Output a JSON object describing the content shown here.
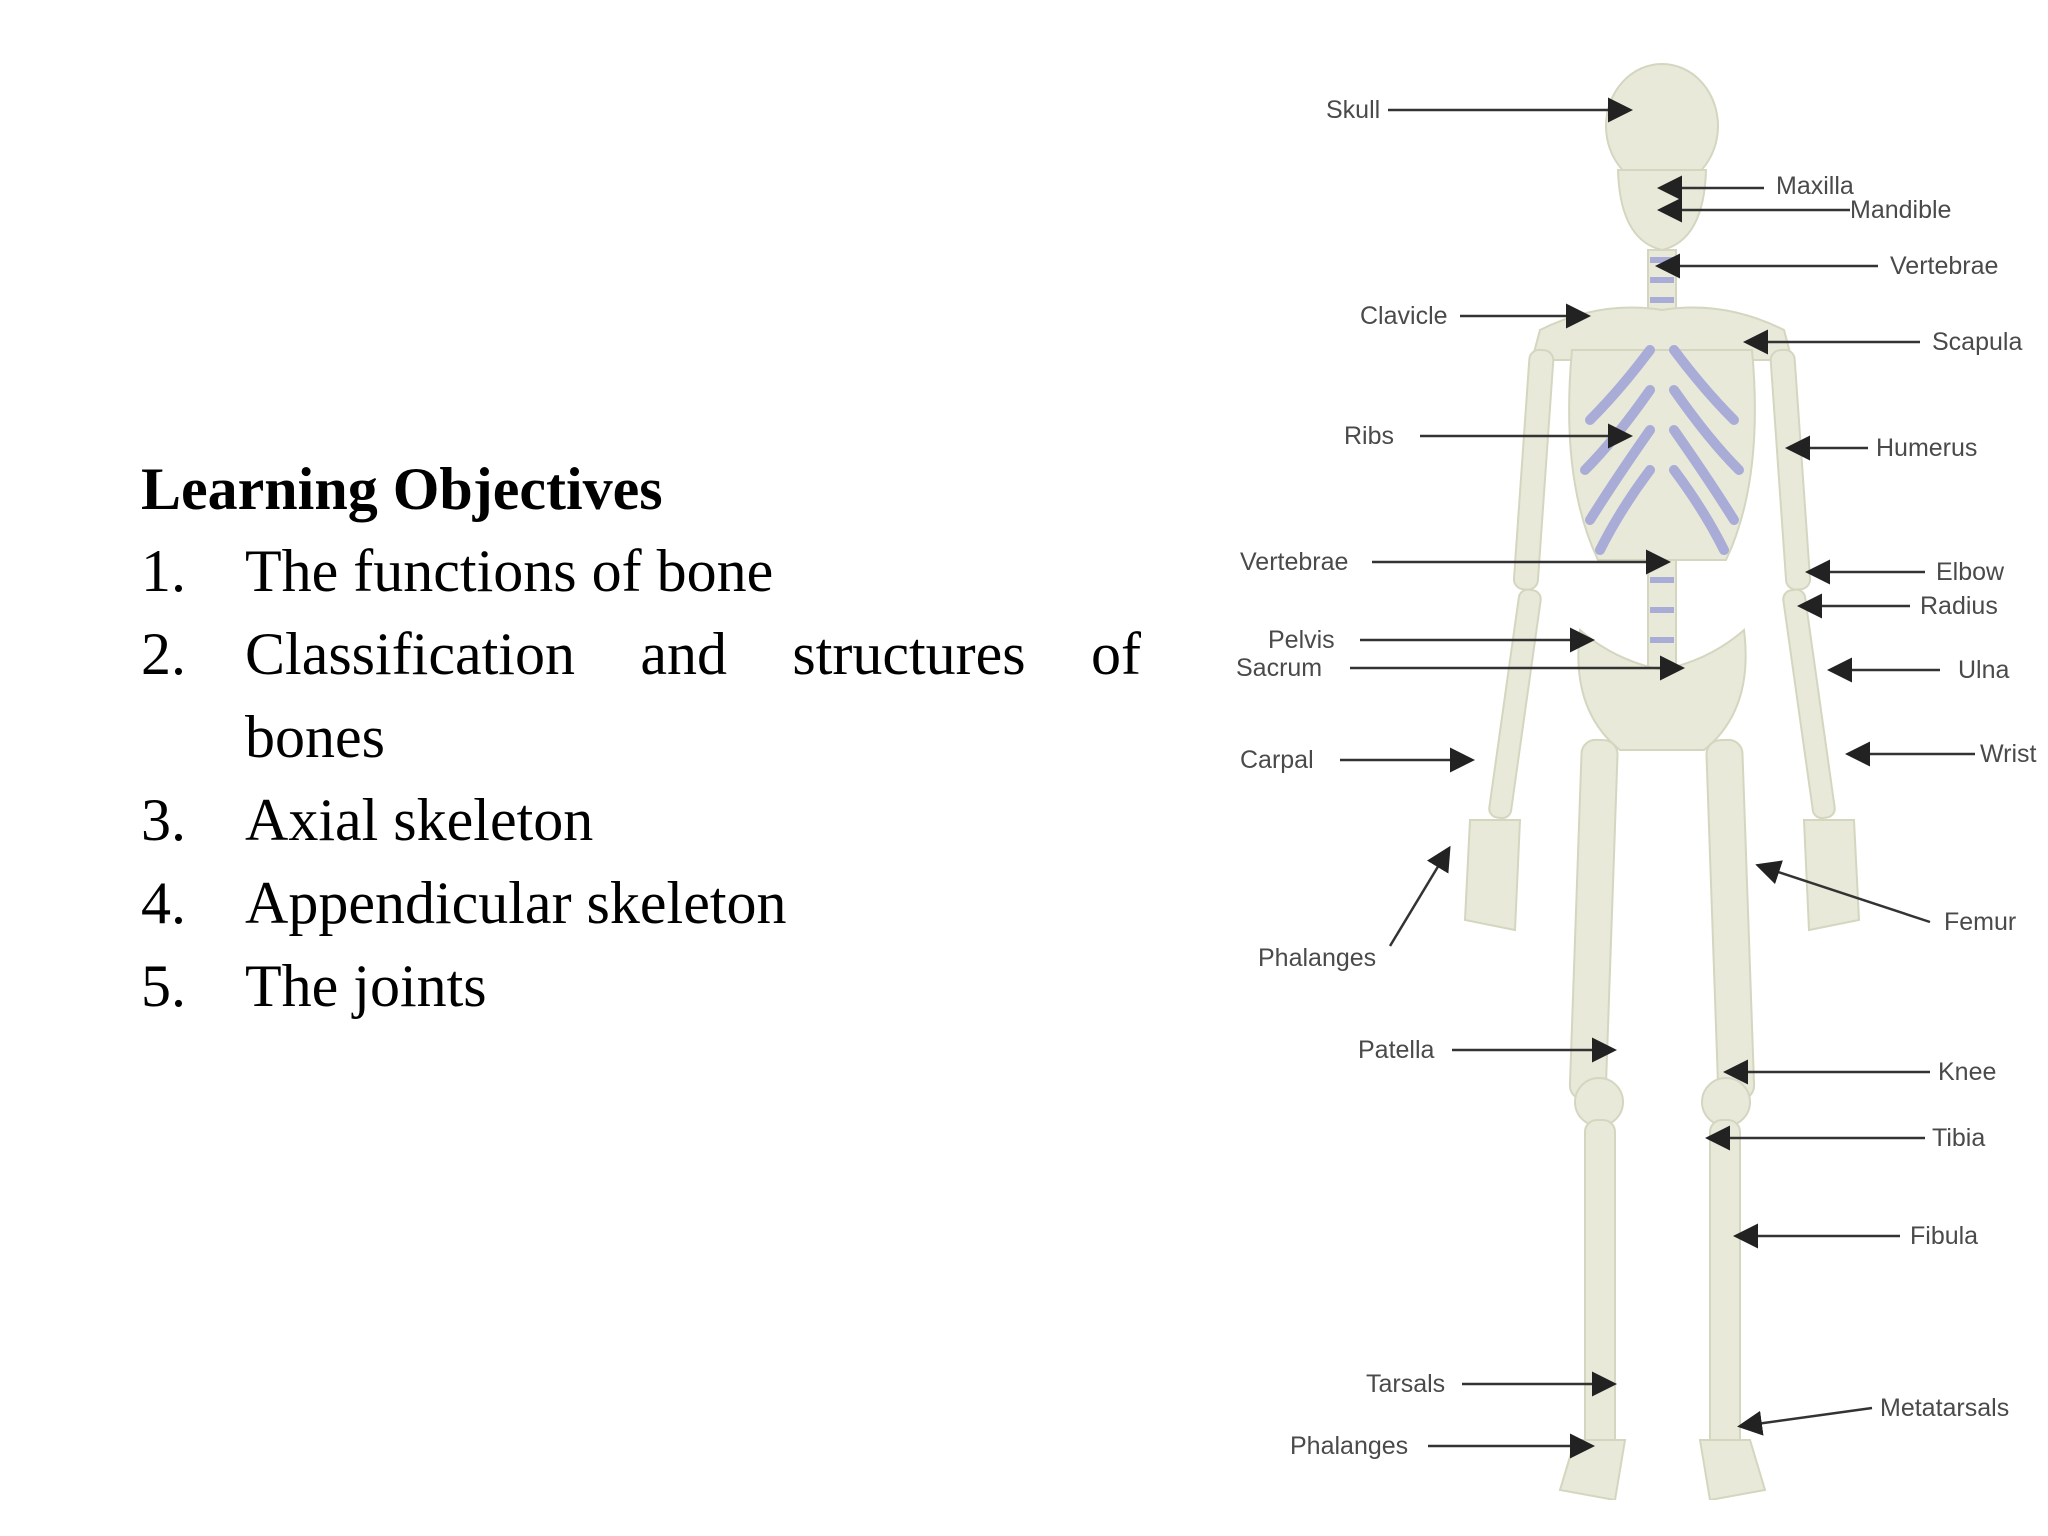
{
  "objectives": {
    "title": "Learning Objectives",
    "items": [
      {
        "num": "1.",
        "text": "The functions of bone"
      },
      {
        "num": "2.",
        "text": "Classification and structures of bones"
      },
      {
        "num": "3.",
        "text": "Axial skeleton"
      },
      {
        "num": "4.",
        "text": "Appendicular skeleton"
      },
      {
        "num": "5.",
        "text": "The joints"
      }
    ]
  },
  "diagram": {
    "colors": {
      "bone": "#e8e9d9",
      "bone_outline": "#d4d6c0",
      "cartilage": "#a9acd6",
      "label": "#4a4a4a",
      "arrow": "#333333"
    },
    "labels_left": [
      "Skull",
      "Clavicle",
      "Ribs",
      "Vertebrae",
      "Pelvis",
      "Sacrum",
      "Carpal",
      "Phalanges",
      "Patella",
      "Tarsals",
      "Phalanges"
    ],
    "labels_right": [
      "Maxilla",
      "Mandible",
      "Vertebrae",
      "Scapula",
      "Humerus",
      "Elbow",
      "Radius",
      "Ulna",
      "Wrist",
      "Femur",
      "Knee",
      "Tibia",
      "Fibula",
      "Metatarsals"
    ]
  }
}
